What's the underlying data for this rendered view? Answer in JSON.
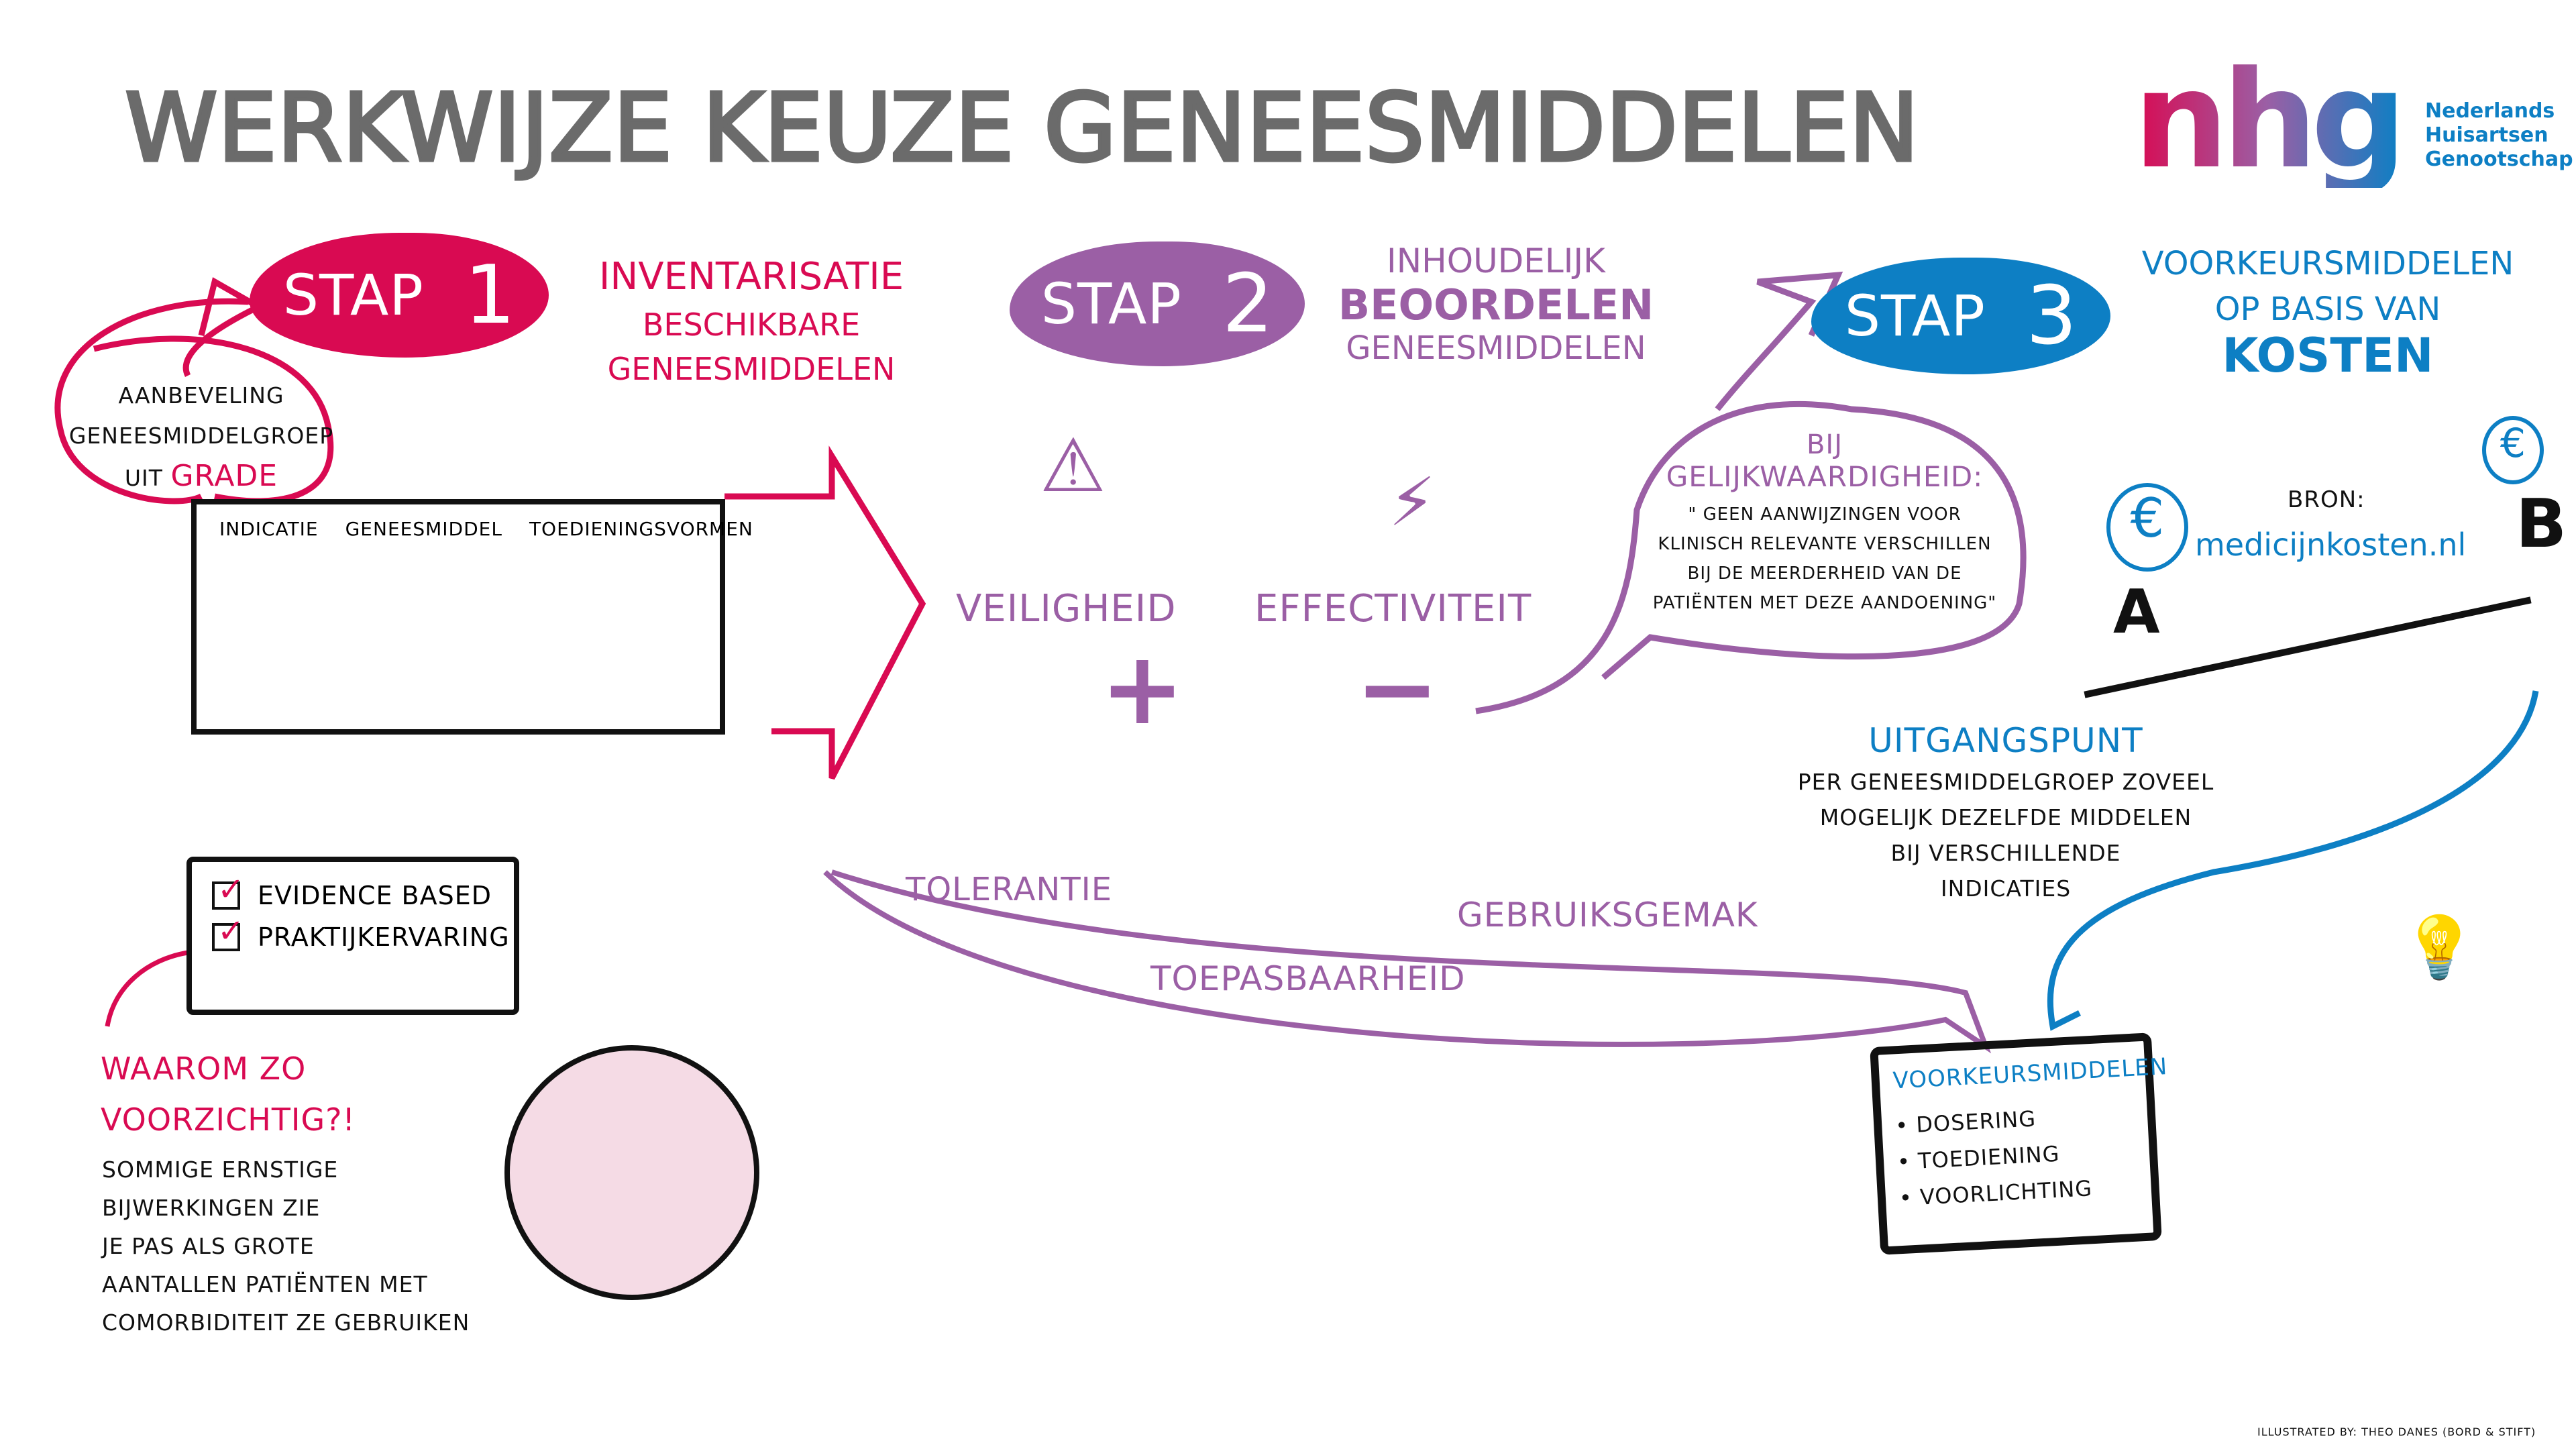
{
  "title": "Werkwijze keuze geneesmiddelen",
  "logo": {
    "mark": "nhg",
    "name_lines": [
      "Nederlands",
      "Huisartsen",
      "Genootschap"
    ]
  },
  "colors": {
    "stap1": "#d90a52",
    "stap2": "#9b5fa5",
    "stap3": "#0d7fc4",
    "title": "#6b6b6b"
  },
  "stap1": {
    "label_word": "Stap",
    "label_num": "1",
    "heading": [
      "Inventarisatie",
      "beschikbare",
      "geneesmiddelen"
    ],
    "bubble": {
      "lines": [
        "Aanbeveling",
        "geneesmiddelgroep"
      ],
      "uit": "uit",
      "grade": "GRADE"
    },
    "board_columns": [
      "Indicatie",
      "Geneesmiddel",
      "Toedieningsvormen"
    ],
    "checklist": [
      "Evidence based",
      "Praktijkervaring"
    ],
    "waarom_heading": [
      "Waarom zo",
      "voorzichtig?!"
    ],
    "waarom_text": [
      "Sommige ernstige",
      "bijwerkingen zie",
      "je pas als grote",
      "aantallen patiënten met",
      "comorbiditeit ze gebruiken"
    ]
  },
  "stap2": {
    "label_word": "Stap",
    "label_num": "2",
    "heading": [
      "Inhoudelijk",
      "beoordelen",
      "geneesmiddelen"
    ],
    "criteria": {
      "veiligheid": "Veiligheid",
      "effectiviteit": "Effectiviteit",
      "tolerantie": "Tolerantie",
      "toepasbaarheid": "Toepasbaarheid",
      "gebruiksgemak": "Gebruiksgemak"
    },
    "scale_plus": "+",
    "scale_minus": "−",
    "bubble": {
      "heading": [
        "Bij",
        "gelijkwaardigheid:"
      ],
      "quote": [
        "\" Geen aanwijzingen voor",
        "klinisch relevante verschillen",
        "bij de meerderheid van de",
        "patiënten met deze aandoening\""
      ]
    }
  },
  "stap3": {
    "label_word": "Stap",
    "label_num": "3",
    "heading": [
      "Voorkeursmiddelen",
      "op basis van",
      "kosten"
    ],
    "bron_label": "Bron:",
    "bron_link": "medicijnkosten.nl",
    "scale_labels": [
      "A",
      "B"
    ],
    "currency": "€",
    "uitgangspunt_heading": "Uitgangspunt",
    "uitgangspunt_text": [
      "Per geneesmiddelgroep zoveel",
      "mogelijk dezelfde middelen",
      "bij verschillende",
      "indicaties"
    ],
    "monitor": {
      "heading": "Voorkeursmiddelen",
      "items": [
        "Dosering",
        "Toediening",
        "Voorlichting"
      ]
    }
  },
  "credit": "Illustrated by: Theo Danes (Bord & Stift)"
}
